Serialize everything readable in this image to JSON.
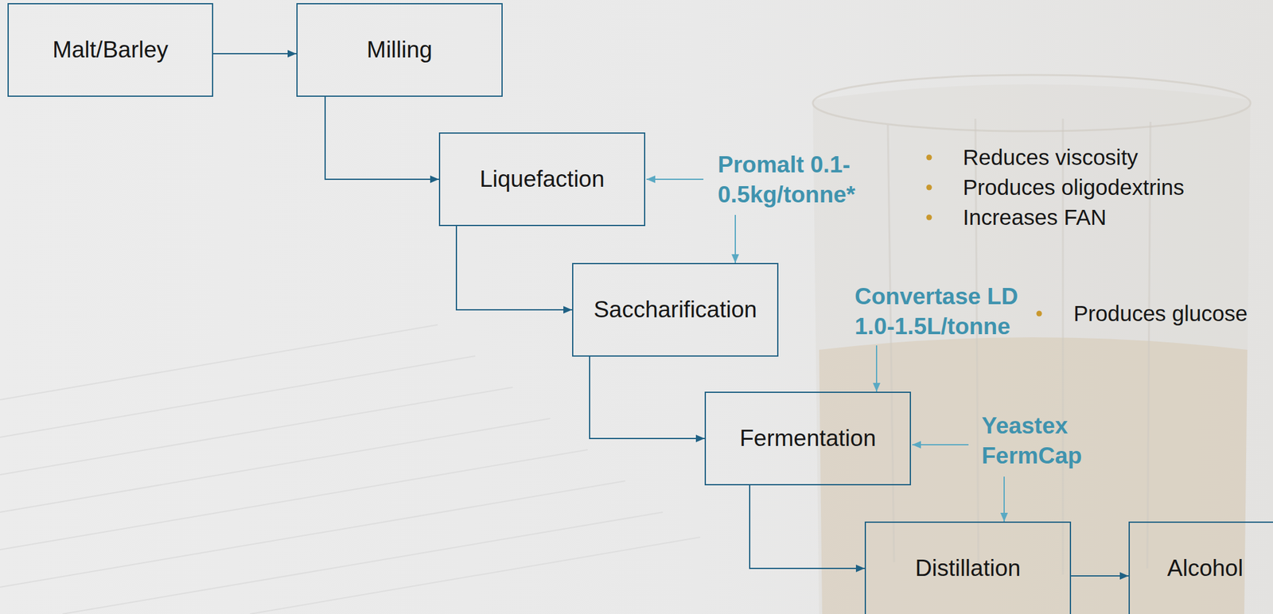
{
  "diagram": {
    "nodes": [
      {
        "text": [
          "Malt/Barley"
        ]
      },
      {
        "text": [
          "Milling"
        ]
      },
      {
        "text": [
          "Liquefaction"
        ]
      },
      {
        "text": [
          "Saccharification"
        ]
      },
      {
        "text": [
          "Fermentation"
        ]
      },
      {
        "text": [
          "Distillation"
        ]
      },
      {
        "text": [
          "Alcohol"
        ]
      }
    ],
    "edges": [
      {
        "from": 0,
        "to": 1,
        "arrow": "to"
      },
      {
        "from": 1,
        "to": 2,
        "arrow": "to"
      },
      {
        "from": 2,
        "to": 3,
        "arrow": "to"
      },
      {
        "from": 3,
        "to": 4,
        "arrow": "to"
      },
      {
        "from": 4,
        "to": 5,
        "arrow": "to"
      },
      {
        "from": 5,
        "to": 6,
        "arrow": "to"
      }
    ],
    "labels": [
      "Promalt 0.1-0.5kg/tonne*",
      "Reduces viscosity",
      "Produces oligodextrins",
      "Increases FAN",
      "Convertase LD 1.0-1.5L/tonne",
      "Produces glucose",
      "Yeastex FermCap"
    ]
  }
}
